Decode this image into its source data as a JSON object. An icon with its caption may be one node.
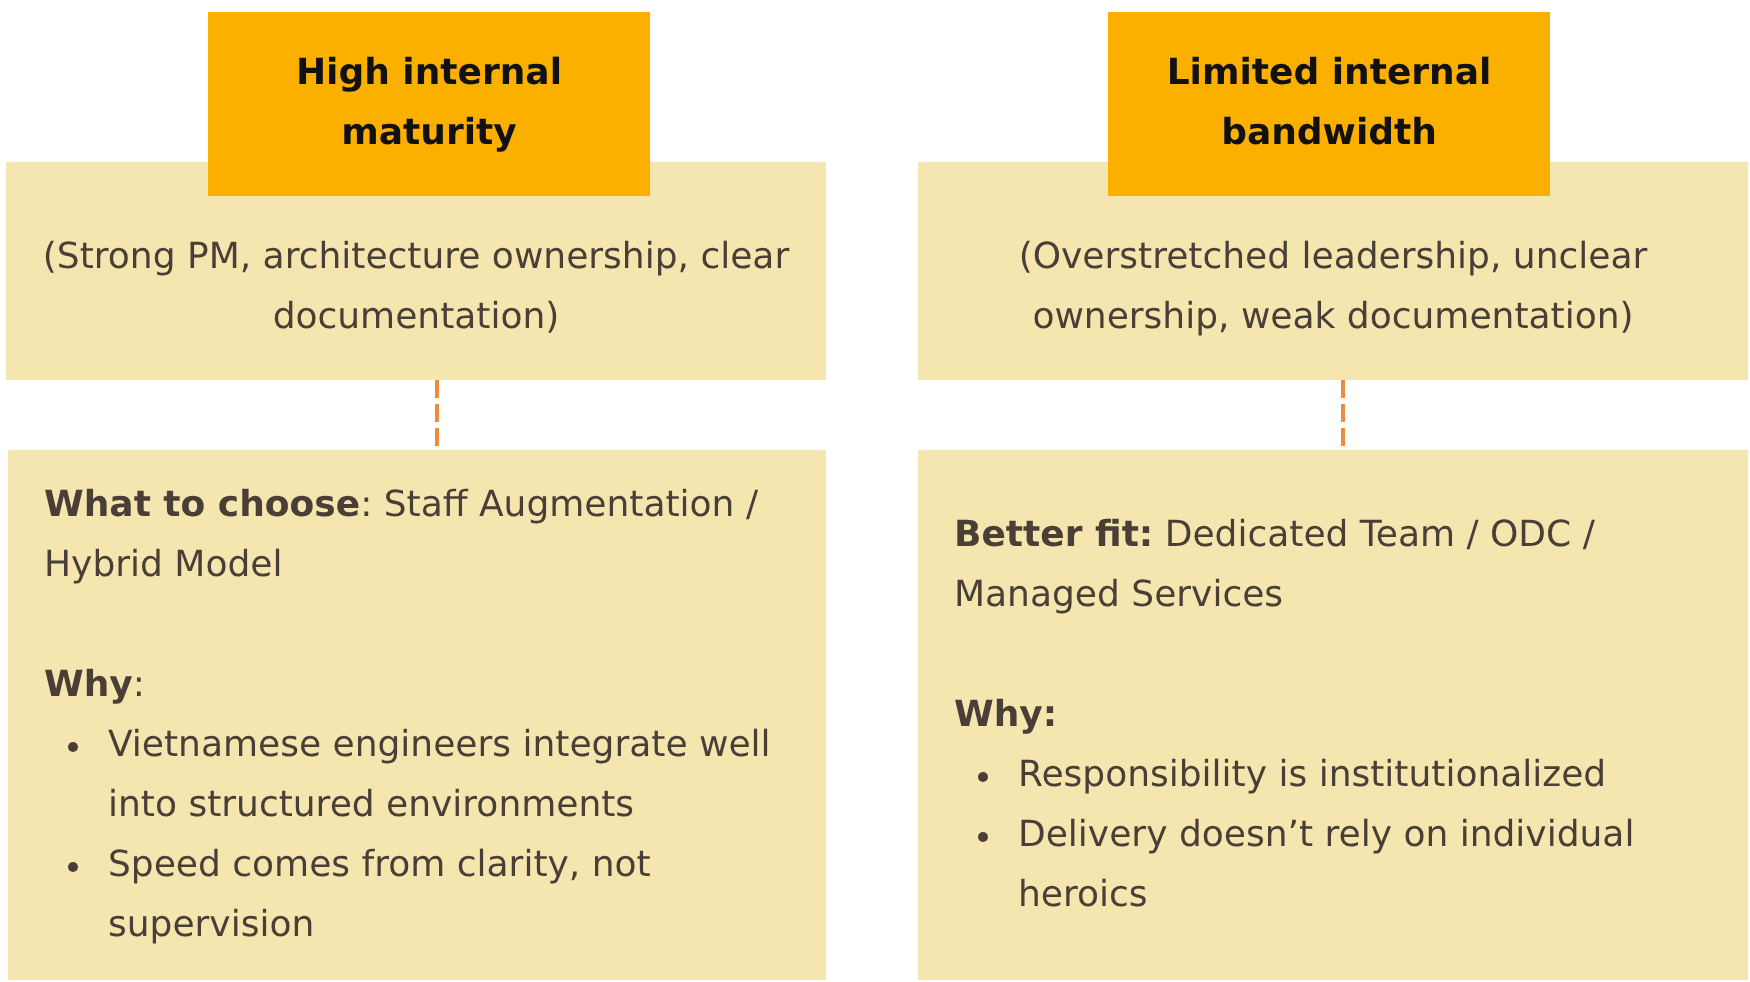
{
  "diagram": {
    "nodes": [
      {
        "text": [
          "High internal maturity"
        ]
      },
      {
        "text": [
          "(Strong PM, architecture ownership, clear documentation)"
        ]
      },
      {
        "text": [
          "**What to choose**: Staff Augmentation / Hybrid Model",
          "**Why**:",
          "Vietnamese engineers integrate well into structured environments",
          "Speed comes from clarity, not supervision"
        ]
      },
      {
        "text": [
          "Limited internal bandwidth"
        ]
      },
      {
        "text": [
          "(Overstretched leadership, unclear ownership, weak documentation)"
        ]
      },
      {
        "text": [
          "**Better fit:** Dedicated Team / ODC / Managed Services",
          "**Why:**",
          "Responsibility is institutionalized",
          "Delivery doesn’t rely on individual heroics"
        ]
      }
    ],
    "edges": [
      {
        "from": 1,
        "to": 2,
        "arrow": "none",
        "style": "dashed"
      },
      {
        "from": 4,
        "to": 5,
        "arrow": "none",
        "style": "dashed"
      }
    ]
  }
}
